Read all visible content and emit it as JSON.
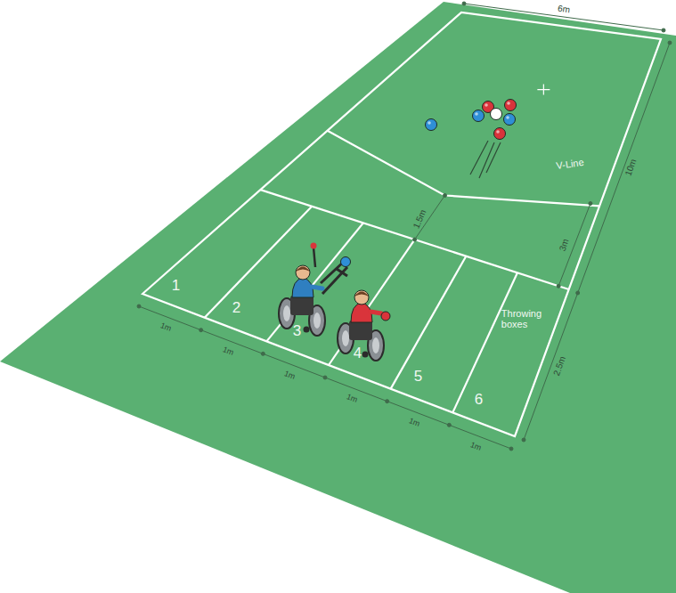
{
  "diagram": {
    "labels": [
      "6m",
      "10m",
      "V-Line",
      "1.5m",
      "3m",
      "Throwing boxes",
      "1",
      "2",
      "3",
      "4",
      "5",
      "6",
      "1m",
      "1m",
      "1m",
      "1m",
      "1m",
      "1m",
      "2.5m"
    ]
  }
}
